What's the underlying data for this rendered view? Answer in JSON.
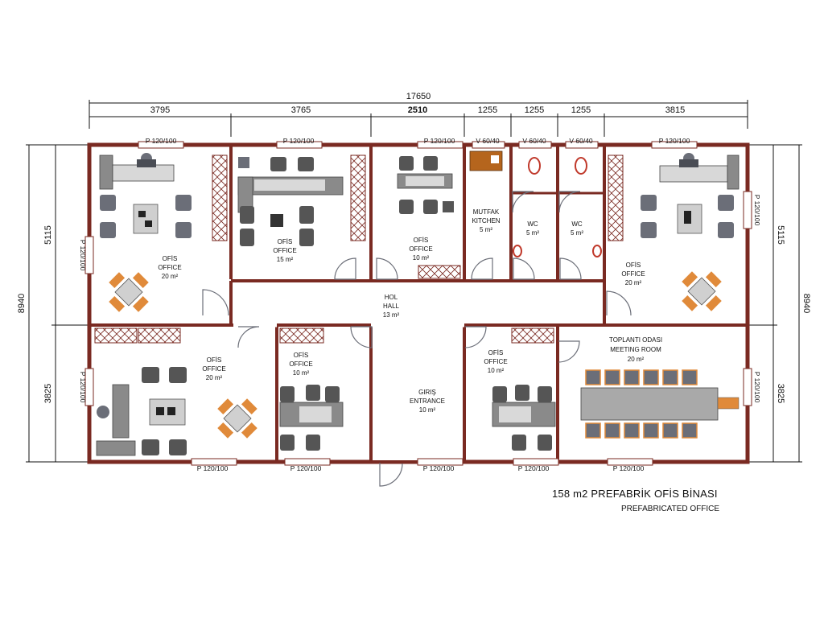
{
  "dimensions": {
    "total": "17650",
    "segments": [
      "3795",
      "3765",
      "2510",
      "1255",
      "1255",
      "1255",
      "3815"
    ],
    "height_total": "8940",
    "height_top": "5115",
    "height_bottom": "3825"
  },
  "windows": {
    "p120": "P 120/100",
    "v60": "V 60/40",
    "side": "P 120/100"
  },
  "rooms": {
    "office_tl": [
      "OFİS",
      "OFFICE",
      "20 m²"
    ],
    "office_15": [
      "OFİS",
      "OFFICE",
      "15 m²"
    ],
    "office_10a": [
      "OFİS",
      "OFFICE",
      "10 m²"
    ],
    "kitchen": [
      "MUTFAK",
      "KITCHEN",
      "5 m²"
    ],
    "wc1": [
      "WC",
      "5 m²"
    ],
    "wc2": [
      "WC",
      "5 m²"
    ],
    "office_tr": [
      "OFİS",
      "OFFICE",
      "20 m²"
    ],
    "hall": [
      "HOL",
      "HALL",
      "13 m²"
    ],
    "office_bl": [
      "OFİS",
      "OFFICE",
      "20 m²"
    ],
    "office_10b": [
      "OFİS",
      "OFFICE",
      "10 m²"
    ],
    "entrance": [
      "GIRIŞ",
      "ENTRANCE",
      "10 m²"
    ],
    "office_10c": [
      "OFİS",
      "OFFICE",
      "10 m²"
    ],
    "meeting": [
      "TOPLANTI ODASI",
      "MEETING ROOM",
      "20 m²"
    ]
  },
  "title": "158 m2 PREFABRİK OFİS BİNASI",
  "subtitle": "PREFABRICATED OFFICE",
  "colors": {
    "wall": "#7a2a22",
    "wall_fill": "#ffffff",
    "chair": "#6b6e78",
    "desk": "#8a8a8a",
    "orange": "#e08a3a"
  }
}
